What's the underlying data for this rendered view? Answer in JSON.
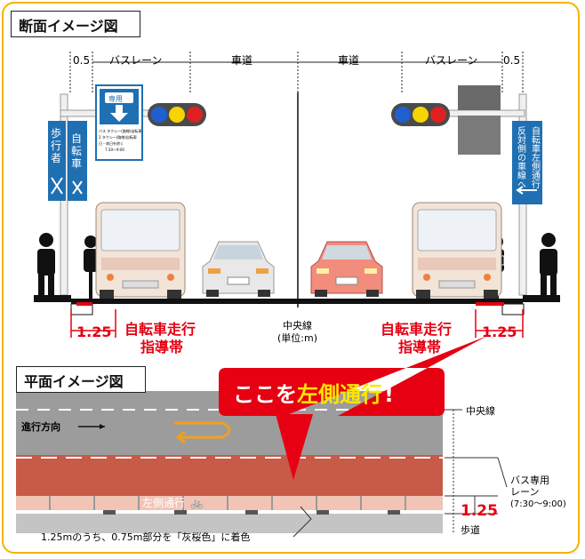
{
  "section_title": "断面イメージ図",
  "plan_title": "平面イメージ図",
  "dims": {
    "left_edge": "0.5",
    "left_bus": "バスレーン",
    "left_car": "車道",
    "right_car": "車道",
    "right_bus": "バスレーン",
    "right_edge": "0.5"
  },
  "sign_left_bus": {
    "top": "専用",
    "small1": "バス タクシー(路線)自転車",
    "small2": "2 タクシー(路線)自転車",
    "small3": "日・休日を除く",
    "small4": "7:30〜9:00"
  },
  "sign_pedestrian": [
    "歩",
    "行",
    "者"
  ],
  "sign_bike": [
    "自",
    "転",
    "車"
  ],
  "sign_right": [
    "自転車左側通行",
    "反対側の車線へ"
  ],
  "guide_left": {
    "width": "1.25",
    "line1": "自転車走行",
    "line2": "指導帯"
  },
  "guide_right": {
    "width": "1.25",
    "line1": "自転車走行",
    "line2": "指導帯"
  },
  "center": {
    "line1": "中央線",
    "line2": "(単位:m)"
  },
  "callout": {
    "prefix": "ここを",
    "highlight": "左側通行",
    "suffix": "!"
  },
  "plan": {
    "direction": "進行方向",
    "center_line": "中央線",
    "bus_lane": [
      "バス専用",
      "レーン",
      "(7:30〜9:00)"
    ],
    "width": "1.25",
    "sidewalk": "歩道",
    "road_marking": "左側通行",
    "note": "1.25mのうち、0.75m部分を「灰桜色」に着色"
  },
  "colors": {
    "accent": "#e60012",
    "frame": "#f4b400",
    "lane_red": "#c85a48",
    "guide_pink": "#f2c4b6",
    "sign_blue": "#1f6fb3"
  }
}
